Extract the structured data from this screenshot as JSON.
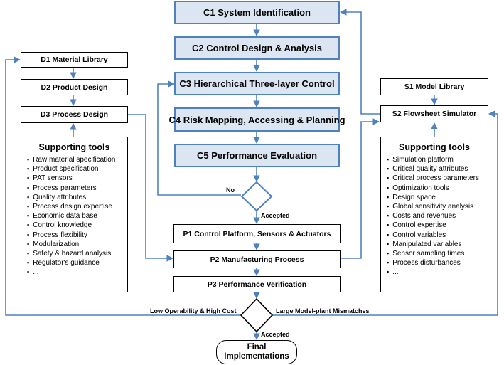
{
  "colors": {
    "c_fill": "#dce6f2",
    "c_border": "#4f81bd",
    "arrow": "#4f81bd",
    "text": "#000000"
  },
  "c_steps": [
    "C1 System Identification",
    "C2 Control Design & Analysis",
    "C3 Hierarchical Three-layer Control",
    "C4 Risk Mapping, Accessing & Planning",
    "C5 Performance Evaluation"
  ],
  "d_steps": [
    "D1 Material Library",
    "D2 Product Design",
    "D3 Process Design"
  ],
  "s_steps": [
    "S1 Model Library",
    "S2 Flowsheet Simulator"
  ],
  "p_steps": [
    "P1 Control Platform, Sensors & Actuators",
    "P2 Manufacturing Process",
    "P3 Performance Verification"
  ],
  "left_tools": {
    "title": "Supporting tools",
    "items": [
      "Raw material specification",
      "Product specification",
      "PAT sensors",
      "Process parameters",
      "Quality attributes",
      "Process design expertise",
      "Economic data base",
      "Control knowledge",
      "Process flexibility",
      "Modularization",
      "Safety & hazard analysis",
      "Regulator's guidance",
      "..."
    ]
  },
  "right_tools": {
    "title": "Supporting tools",
    "items": [
      "Simulation platform",
      "Critical quality attributes",
      "Critical process parameters",
      "Optimization tools",
      "Design space",
      "Global sensitivity analysis",
      "Costs and revenues",
      "Control expertise",
      "Control variables",
      "Manipulated variables",
      "Sensor sampling times",
      "Process disturbances",
      "..."
    ]
  },
  "decision_labels": {
    "no": "No",
    "accepted_top": "Accepted",
    "low_operability": "Low Operability & High Cost",
    "mismatch": "Large Model-plant Mismatches",
    "accepted_bottom": "Accepted"
  },
  "final": {
    "line1": "Final",
    "line2": "Implementations"
  }
}
